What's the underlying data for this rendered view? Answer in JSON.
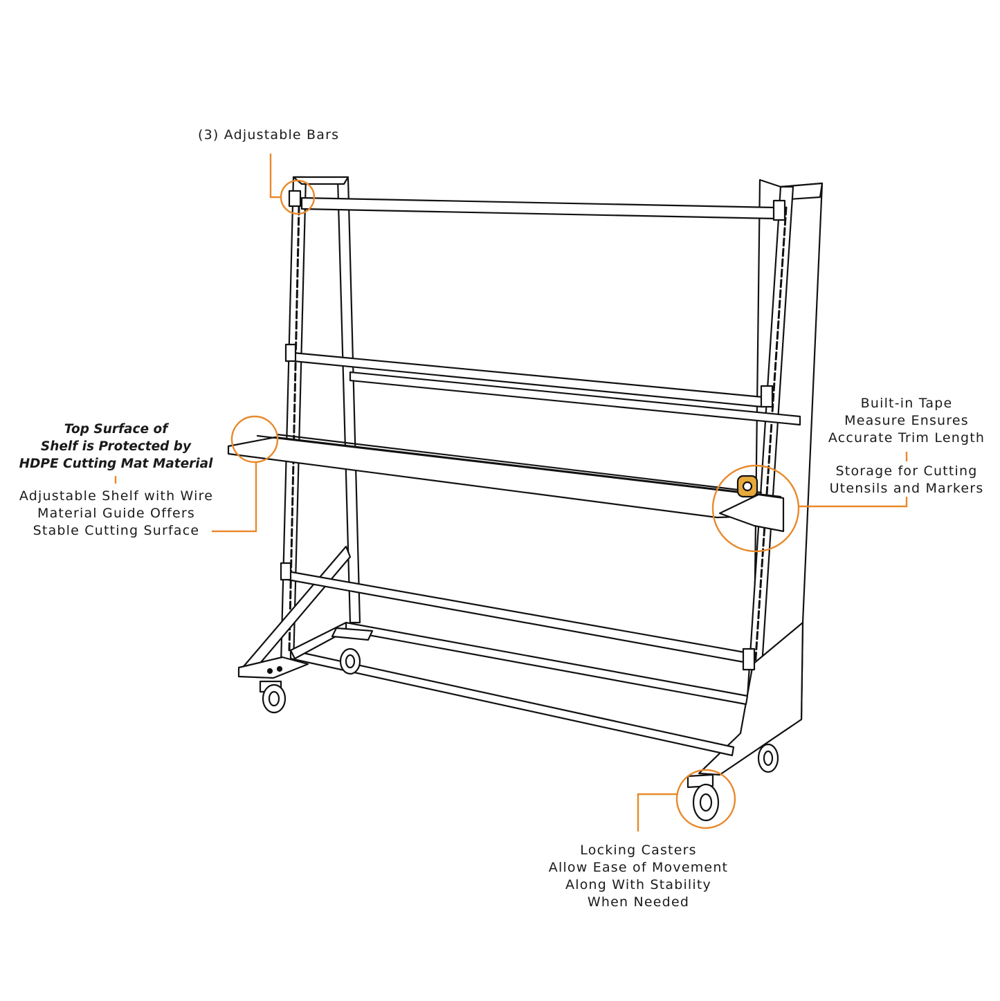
{
  "accent_color": "#e8892b",
  "line_color": "#111111",
  "callouts": {
    "adjustable_bars": {
      "lines": [
        "(3) Adjustable Bars"
      ]
    },
    "top_surface": {
      "lines": [
        "Top Surface of",
        "Shelf is Protected by",
        "HDPE Cutting Mat Material"
      ]
    },
    "adjustable_shelf": {
      "lines": [
        "Adjustable Shelf with Wire",
        "Material Guide Offers",
        "Stable Cutting Surface"
      ]
    },
    "tape_measure": {
      "lines": [
        "Built-in Tape",
        "Measure Ensures",
        "Accurate Trim Length"
      ]
    },
    "storage": {
      "lines": [
        "Storage for Cutting",
        "Utensils and Markers"
      ]
    },
    "casters": {
      "lines": [
        "Locking Casters",
        "Allow Ease of Movement",
        "Along With Stability",
        "When Needed"
      ]
    }
  }
}
